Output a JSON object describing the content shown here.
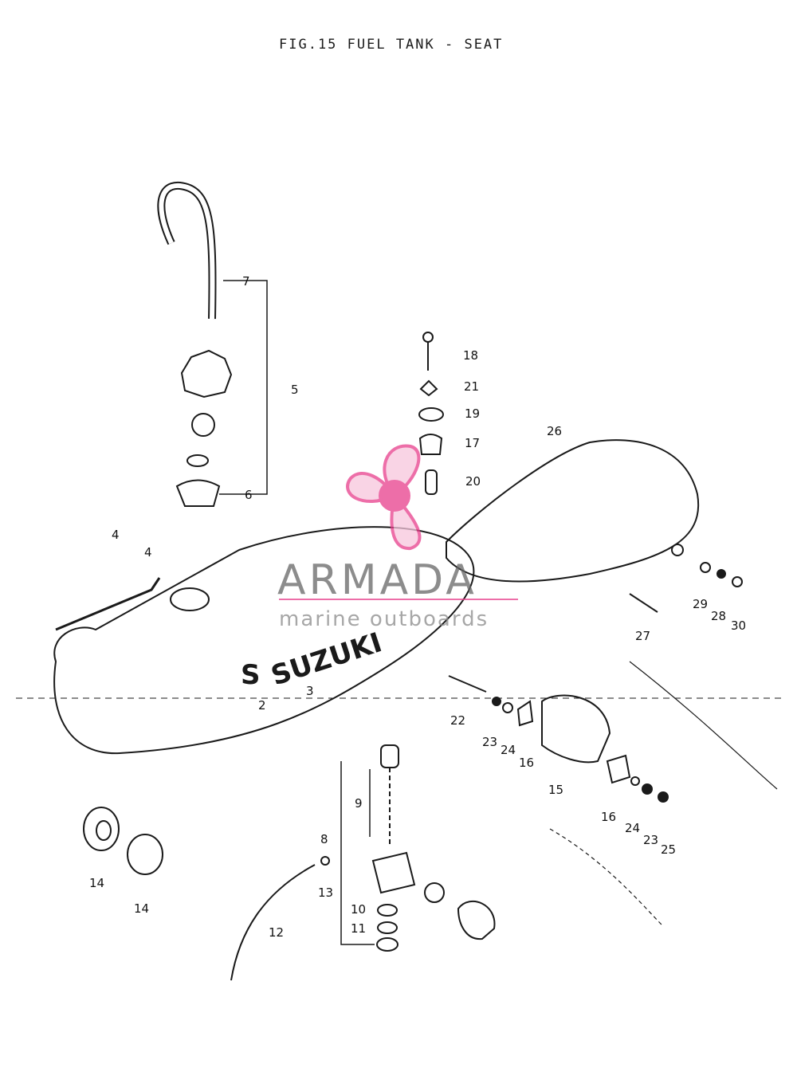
{
  "figure": {
    "title": "FIG.15  FUEL TANK - SEAT"
  },
  "tank_brand": {
    "logo_text": "SUZUKI",
    "badge_letter": "S"
  },
  "watermark": {
    "primary": "ARMADA",
    "secondary": "marine outboards",
    "color": "#e83e8c"
  },
  "callouts": [
    "2",
    "3",
    "4",
    "4",
    "5",
    "6",
    "7",
    "8",
    "9",
    "10",
    "11",
    "12",
    "13",
    "14",
    "14",
    "15",
    "16",
    "16",
    "17",
    "18",
    "19",
    "20",
    "21",
    "22",
    "23",
    "23",
    "24",
    "24",
    "25",
    "26",
    "27",
    "28",
    "29",
    "30"
  ]
}
